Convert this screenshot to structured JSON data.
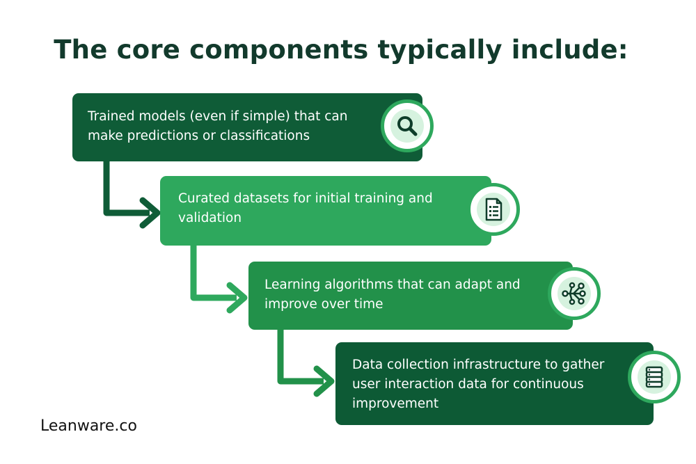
{
  "title": "The core components typically include:",
  "components": [
    {
      "text": "Trained models (even if simple) that can make predictions or classifications",
      "icon": "magnifier-icon"
    },
    {
      "text": "Curated datasets for initial training and validation",
      "icon": "document-icon"
    },
    {
      "text": "Learning algorithms that can adapt and improve over time",
      "icon": "network-icon"
    },
    {
      "text": "Data collection infrastructure to gather user interaction data for continuous improvement",
      "icon": "database-icon"
    }
  ],
  "brand": "Leanware.co",
  "colors": {
    "title": "#123a2c",
    "card_1": "#0f5c37",
    "card_2": "#2ea85d",
    "card_3": "#22914a",
    "card_4": "#0d5a35",
    "connector_1": "#0f5c37",
    "connector_2": "#2ea85d",
    "connector_3": "#22914a"
  }
}
